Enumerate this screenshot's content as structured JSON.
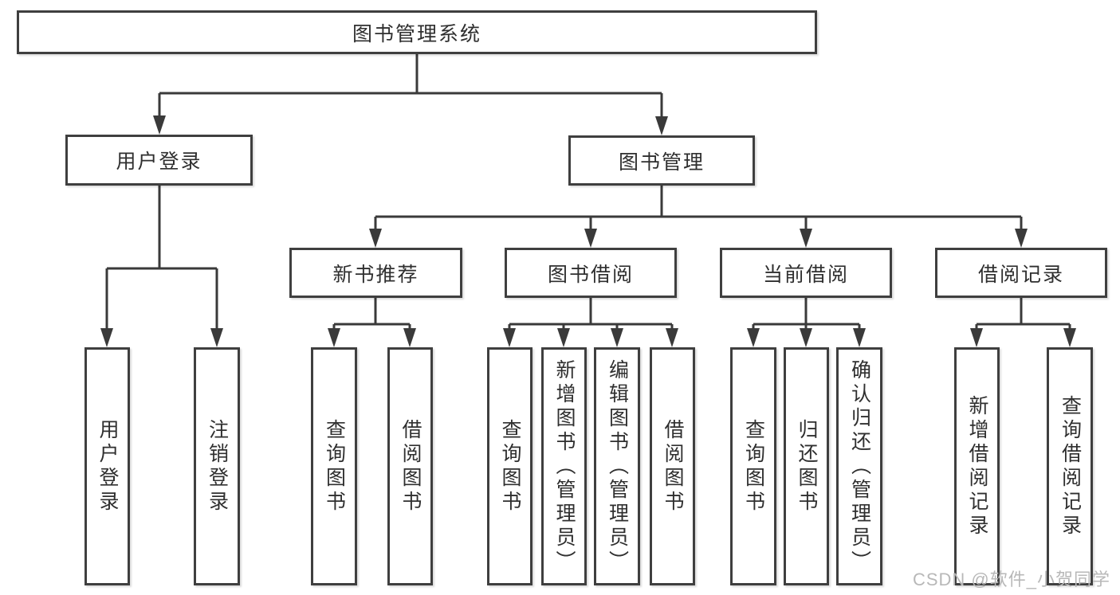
{
  "diagram": {
    "root": {
      "label": "图书管理系统",
      "children": [
        {
          "label": "用户登录",
          "children": [
            {
              "label": "用户登录"
            },
            {
              "label": "注销登录"
            }
          ]
        },
        {
          "label": "图书管理",
          "children": [
            {
              "label": "新书推荐",
              "children": [
                {
                  "label": "查询图书"
                },
                {
                  "label": "借阅图书"
                }
              ]
            },
            {
              "label": "图书借阅",
              "children": [
                {
                  "label": "查询图书"
                },
                {
                  "label": "新增图书（管理员）"
                },
                {
                  "label": "编辑图书（管理员）"
                },
                {
                  "label": "借阅图书"
                }
              ]
            },
            {
              "label": "当前借阅",
              "children": [
                {
                  "label": "查询图书"
                },
                {
                  "label": "归还图书"
                },
                {
                  "label": "确认归还（管理员）"
                }
              ]
            },
            {
              "label": "借阅记录",
              "children": [
                {
                  "label": "新增借阅记录"
                },
                {
                  "label": "查询借阅记录"
                }
              ]
            }
          ]
        }
      ]
    }
  },
  "watermark": {
    "text": "CSDN @软件_小贺同学"
  },
  "colors": {
    "line": "#3a3a3a",
    "box_border": "#3f3f3f",
    "text": "#2f2f2f",
    "watermark": "#b8b8b8",
    "background": "#ffffff"
  }
}
